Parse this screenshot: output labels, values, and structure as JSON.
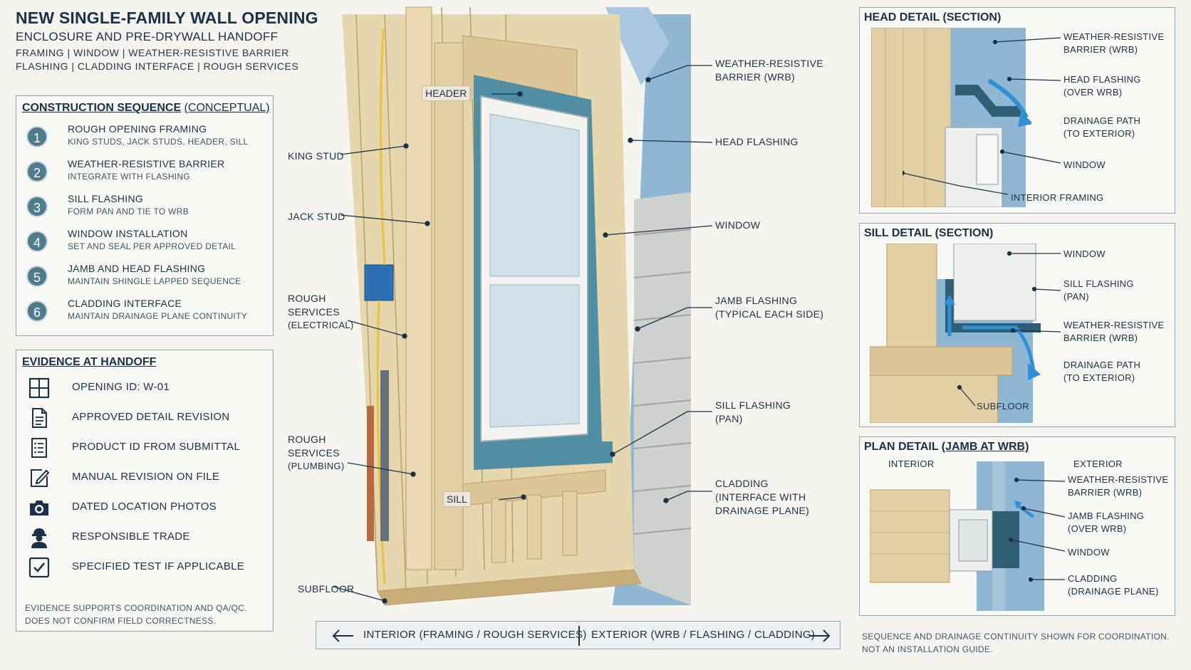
{
  "header": {
    "title": "NEW SINGLE-FAMILY WALL OPENING",
    "subtitle": "ENCLOSURE AND PRE-DRYWALL HANDOFF",
    "line1": "FRAMING  |  WINDOW  |  WEATHER-RESISTIVE BARRIER",
    "line2": "FLASHING  |  CLADDING INTERFACE  |  ROUGH SERVICES"
  },
  "sequence": {
    "title": "CONSTRUCTION SEQUENCE",
    "qualifier": "(CONCEPTUAL)",
    "steps": [
      {
        "num": "1",
        "title": "ROUGH OPENING FRAMING",
        "sub": "KING STUDS, JACK STUDS, HEADER, SILL"
      },
      {
        "num": "2",
        "title": "WEATHER-RESISTIVE BARRIER",
        "sub": "INTEGRATE WITH FLASHING"
      },
      {
        "num": "3",
        "title": "SILL FLASHING",
        "sub": "FORM PAN AND TIE TO WRB"
      },
      {
        "num": "4",
        "title": "WINDOW INSTALLATION",
        "sub": "SET AND SEAL PER APPROVED DETAIL"
      },
      {
        "num": "5",
        "title": "JAMB AND HEAD FLASHING",
        "sub": "MAINTAIN SHINGLE LAPPED SEQUENCE"
      },
      {
        "num": "6",
        "title": "CLADDING INTERFACE",
        "sub": "MAINTAIN DRAINAGE PLANE CONTINUITY"
      }
    ]
  },
  "evidence": {
    "title": "EVIDENCE AT HANDOFF",
    "items": [
      {
        "icon": "window-grid-icon",
        "label": "OPENING ID: W-01"
      },
      {
        "icon": "document-icon",
        "label": "APPROVED DETAIL REVISION"
      },
      {
        "icon": "list-document-icon",
        "label": "PRODUCT ID FROM SUBMITTAL"
      },
      {
        "icon": "edit-pencil-icon",
        "label": "MANUAL REVISION ON FILE"
      },
      {
        "icon": "camera-icon",
        "label": "DATED LOCATION PHOTOS"
      },
      {
        "icon": "hard-hat-worker-icon",
        "label": "RESPONSIBLE TRADE"
      },
      {
        "icon": "checkbox-icon",
        "label": "SPECIFIED TEST IF APPLICABLE"
      }
    ],
    "note1": "EVIDENCE SUPPORTS COORDINATION AND QA/QC.",
    "note2": "DOES NOT CONFIRM FIELD CORRECTNESS."
  },
  "main_labels": {
    "header": "HEADER",
    "sill": "SILL",
    "king_stud": "KING STUD",
    "jack_stud": "JACK STUD",
    "rough_elec_1": "ROUGH",
    "rough_elec_2": "SERVICES",
    "rough_elec_3": "(ELECTRICAL)",
    "rough_plumb_1": "ROUGH",
    "rough_plumb_2": "SERVICES",
    "rough_plumb_3": "(PLUMBING)",
    "subfloor": "SUBFLOOR",
    "wrb_1": "WEATHER-RESISTIVE",
    "wrb_2": "BARRIER (WRB)",
    "head_flashing": "HEAD FLASHING",
    "window": "WINDOW",
    "jamb_1": "JAMB FLASHING",
    "jamb_2": "(TYPICAL EACH SIDE)",
    "sill_flash_1": "SILL FLASHING",
    "sill_flash_2": "(PAN)",
    "cladding_1": "CLADDING",
    "cladding_2": "(INTERFACE WITH",
    "cladding_3": "DRAINAGE PLANE)"
  },
  "head_detail": {
    "title": "HEAD DETAIL (SECTION)",
    "wrb_1": "WEATHER-RESISTIVE",
    "wrb_2": "BARRIER (WRB)",
    "hf_1": "HEAD FLASHING",
    "hf_2": "(OVER WRB)",
    "dp_1": "DRAINAGE PATH",
    "dp_2": "(TO EXTERIOR)",
    "window": "WINDOW",
    "interior_framing": "INTERIOR FRAMING"
  },
  "sill_detail": {
    "title": "SILL DETAIL (SECTION)",
    "window": "WINDOW",
    "sf_1": "SILL FLASHING",
    "sf_2": "(PAN)",
    "wrb_1": "WEATHER-RESISTIVE",
    "wrb_2": "BARRIER (WRB)",
    "dp_1": "DRAINAGE PATH",
    "dp_2": "(TO EXTERIOR)",
    "subfloor": "SUBFLOOR"
  },
  "plan_detail": {
    "title_a": "PLAN DETAIL",
    "title_b": "(JAMB AT WRB)",
    "interior": "INTERIOR",
    "exterior": "EXTERIOR",
    "wrb_1": "WEATHER-RESISTIVE",
    "wrb_2": "BARRIER (WRB)",
    "jf_1": "JAMB FLASHING",
    "jf_2": "(OVER WRB)",
    "window": "WINDOW",
    "cl_1": "CLADDING",
    "cl_2": "(DRAINAGE PLANE)"
  },
  "bottom_bar": {
    "interior": "INTERIOR (FRAMING / ROUGH SERVICES)",
    "exterior": "EXTERIOR (WRB / FLASHING / CLADDING)"
  },
  "footer": {
    "line1": "SEQUENCE AND DRAINAGE CONTINUITY SHOWN FOR COORDINATION.",
    "line2": "NOT AN INSTALLATION GUIDE."
  },
  "colors": {
    "wood": "#e2cfa3",
    "wrb": "#8fb6d3",
    "flashing": "#4f8ea3",
    "glass": "#cfe0e8",
    "arrow": "#2f8fd8"
  }
}
